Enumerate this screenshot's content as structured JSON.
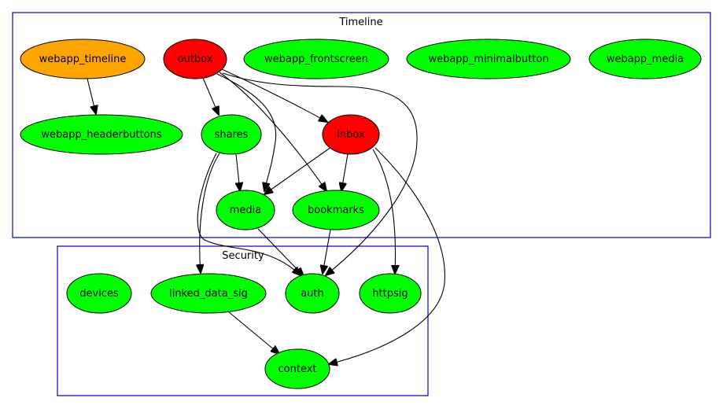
{
  "colors": {
    "cluster_border": "#0000cc",
    "node_default": "#00ff00",
    "node_red": "#ff0000",
    "node_orange": "#ffa500",
    "edge": "#000000"
  },
  "clusters": {
    "timeline": {
      "label": "Timeline"
    },
    "security": {
      "label": "Security"
    }
  },
  "nodes": {
    "webapp_timeline": {
      "label": "webapp_timeline",
      "fill": "#ffa500"
    },
    "outbox": {
      "label": "outbox",
      "fill": "#ff0000"
    },
    "webapp_frontscreen": {
      "label": "webapp_frontscreen",
      "fill": "#00ff00"
    },
    "webapp_minimalbutton": {
      "label": "webapp_minimalbutton",
      "fill": "#00ff00"
    },
    "webapp_media": {
      "label": "webapp_media",
      "fill": "#00ff00"
    },
    "webapp_headerbuttons": {
      "label": "webapp_headerbuttons",
      "fill": "#00ff00"
    },
    "shares": {
      "label": "shares",
      "fill": "#00ff00"
    },
    "inbox": {
      "label": "inbox",
      "fill": "#ff0000"
    },
    "media": {
      "label": "media",
      "fill": "#00ff00"
    },
    "bookmarks": {
      "label": "bookmarks",
      "fill": "#00ff00"
    },
    "devices": {
      "label": "devices",
      "fill": "#00ff00"
    },
    "linked_data_sig": {
      "label": "linked_data_sig",
      "fill": "#00ff00"
    },
    "auth": {
      "label": "auth",
      "fill": "#00ff00"
    },
    "httpsig": {
      "label": "httpsig",
      "fill": "#00ff00"
    },
    "context": {
      "label": "context",
      "fill": "#00ff00"
    }
  },
  "edges": [
    {
      "from": "webapp_timeline",
      "to": "webapp_headerbuttons"
    },
    {
      "from": "outbox",
      "to": "shares"
    },
    {
      "from": "outbox",
      "to": "inbox"
    },
    {
      "from": "outbox",
      "to": "media"
    },
    {
      "from": "outbox",
      "to": "bookmarks"
    },
    {
      "from": "outbox",
      "to": "auth"
    },
    {
      "from": "shares",
      "to": "media"
    },
    {
      "from": "shares",
      "to": "linked_data_sig"
    },
    {
      "from": "shares",
      "to": "auth"
    },
    {
      "from": "inbox",
      "to": "media"
    },
    {
      "from": "inbox",
      "to": "bookmarks"
    },
    {
      "from": "inbox",
      "to": "httpsig"
    },
    {
      "from": "inbox",
      "to": "context"
    },
    {
      "from": "media",
      "to": "auth"
    },
    {
      "from": "bookmarks",
      "to": "auth"
    },
    {
      "from": "linked_data_sig",
      "to": "context"
    }
  ]
}
